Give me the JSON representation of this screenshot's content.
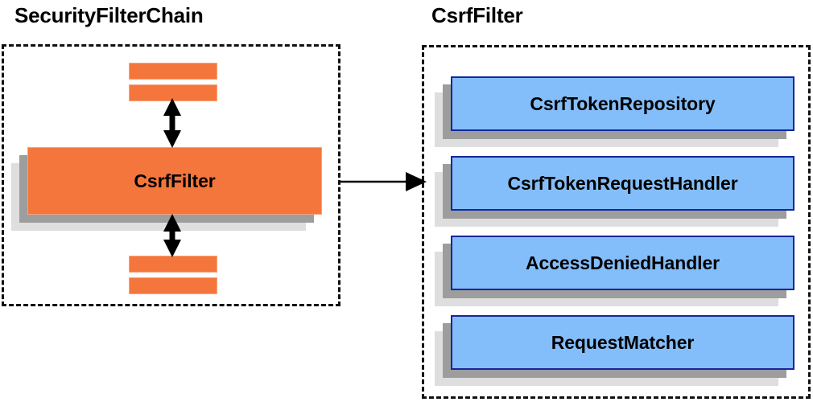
{
  "diagram": {
    "title_left": "SecurityFilterChain",
    "title_right": "CsrfFilter",
    "colors": {
      "orange_fill": "#f4763c",
      "orange_border": "#f9a277",
      "blue_fill": "#84befa",
      "blue_border": "#17259b",
      "shadow_dark": "#9d9d9d",
      "shadow_light": "#dededf",
      "line": "#000000",
      "dashed_border": "#101010"
    }
  },
  "left_panel": {
    "label": "SecurityFilterChain",
    "main_filter": {
      "label": "CsrfFilter"
    },
    "filters_above": [
      {
        "label": ""
      },
      {
        "label": ""
      }
    ],
    "filters_below": [
      {
        "label": ""
      },
      {
        "label": ""
      }
    ],
    "connectors": [
      {
        "name": "filters-above-to-csrffilter",
        "type": "double-arrow-vertical"
      },
      {
        "name": "csrffilter-to-filters-below",
        "type": "double-arrow-vertical"
      }
    ]
  },
  "right_panel": {
    "label": "CsrfFilter",
    "collaborators": [
      {
        "label": "CsrfTokenRepository"
      },
      {
        "label": "CsrfTokenRequestHandler"
      },
      {
        "label": "AccessDeniedHandler"
      },
      {
        "label": "RequestMatcher"
      }
    ]
  },
  "cross_panel_connector": {
    "name": "csrffilter-expansion-arrow",
    "type": "single-arrow-right"
  }
}
